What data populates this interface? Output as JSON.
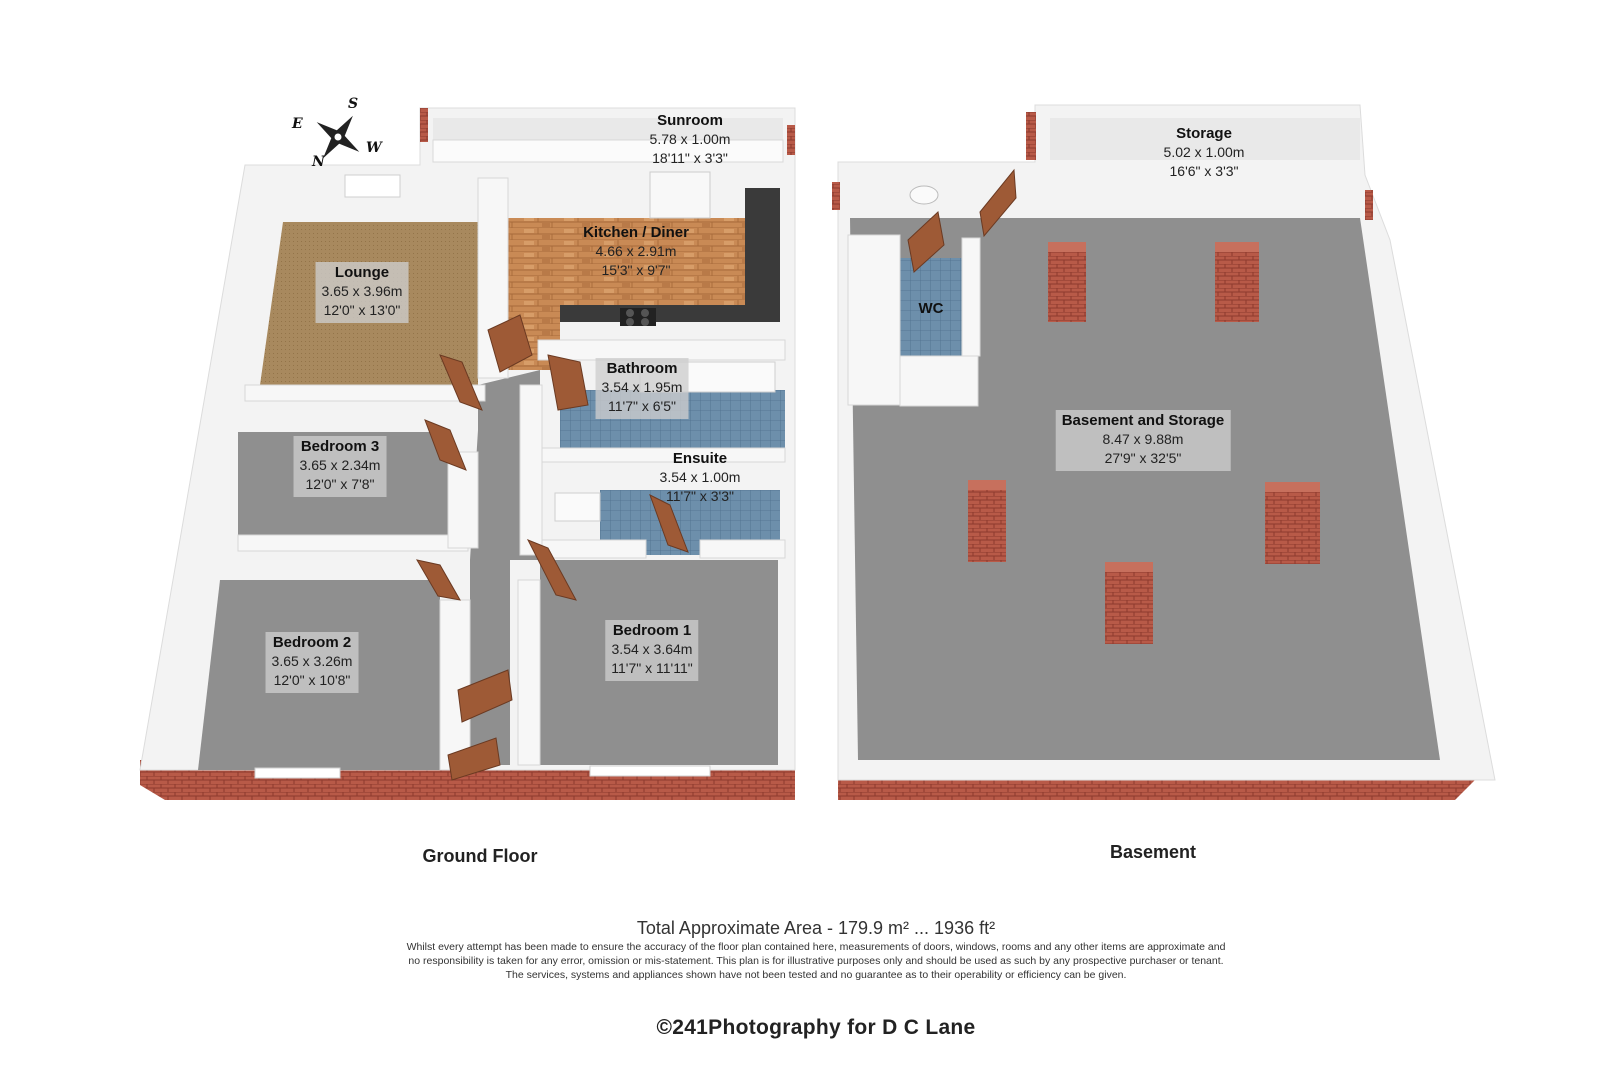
{
  "floors": [
    {
      "name": "Ground Floor"
    },
    {
      "name": "Basement"
    }
  ],
  "rooms": [
    {
      "name": "Sunroom",
      "metric": "5.78 x 1.00m",
      "imperial": "18'11\" x 3'3\""
    },
    {
      "name": "Kitchen / Diner",
      "metric": "4.66 x 2.91m",
      "imperial": "15'3\" x 9'7\""
    },
    {
      "name": "Lounge",
      "metric": "3.65 x 3.96m",
      "imperial": "12'0\" x 13'0\""
    },
    {
      "name": "Bathroom",
      "metric": "3.54 x 1.95m",
      "imperial": "11'7\" x 6'5\""
    },
    {
      "name": "Bedroom 3",
      "metric": "3.65 x 2.34m",
      "imperial": "12'0\" x 7'8\""
    },
    {
      "name": "Ensuite",
      "metric": "3.54 x 1.00m",
      "imperial": "11'7\" x 3'3\""
    },
    {
      "name": "Bedroom 2",
      "metric": "3.65 x 3.26m",
      "imperial": "12'0\" x 10'8\""
    },
    {
      "name": "Bedroom 1",
      "metric": "3.54 x 3.64m",
      "imperial": "11'7\" x 11'11\""
    },
    {
      "name": "Storage",
      "metric": "5.02 x 1.00m",
      "imperial": "16'6\" x 3'3\""
    },
    {
      "name": "WC",
      "metric": "",
      "imperial": ""
    },
    {
      "name": "Basement and Storage",
      "metric": "8.47 x 9.88m",
      "imperial": "27'9\" x 32'5\""
    }
  ],
  "compass": {
    "n": "N",
    "e": "E",
    "s": "S",
    "w": "W"
  },
  "total_area": "Total Approximate Area - 179.9 m² ... 1936 ft²",
  "disclaimer": [
    "Whilst every attempt has been made to ensure the accuracy of the floor plan contained here, measurements of doors, windows, rooms and any other items are approximate and",
    "no responsibility is taken for any error, omission or mis-statement.  This plan is for illustrative purposes only and should be used as such by any prospective purchaser or tenant.",
    "The services, systems and appliances shown have not been tested and no guarantee as to their operability or efficiency can be given."
  ],
  "credit": "©241Photography for D C Lane",
  "colors": {
    "floor_grey": "#8f8f8f",
    "wall": "#f3f3f3",
    "brick": "#a84a3c",
    "carpet": "#a8895e",
    "wood": "#c98a55",
    "tile": "#6d8fab",
    "worktop": "#3a3a3a"
  }
}
